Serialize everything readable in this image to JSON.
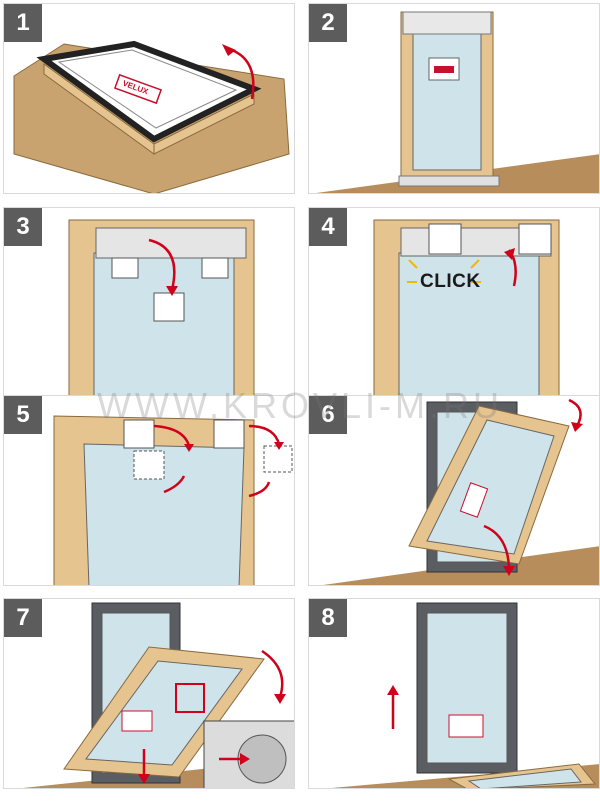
{
  "steps": [
    {
      "number": "1"
    },
    {
      "number": "2"
    },
    {
      "number": "3"
    },
    {
      "number": "4",
      "callout": "CLICK"
    },
    {
      "number": "5"
    },
    {
      "number": "6"
    },
    {
      "number": "7"
    },
    {
      "number": "8"
    }
  ],
  "brand_logo": "VELUX",
  "watermark": "WWW.KROVLI-M.RU",
  "colors": {
    "wood": "#e6c48f",
    "wood_dark": "#b88a4e",
    "cardboard": "#c9a36f",
    "glass": "#cfe3ea",
    "frame_grey": "#5a5e63",
    "arrow_red": "#d0021b",
    "floor": "#b88d5c"
  }
}
